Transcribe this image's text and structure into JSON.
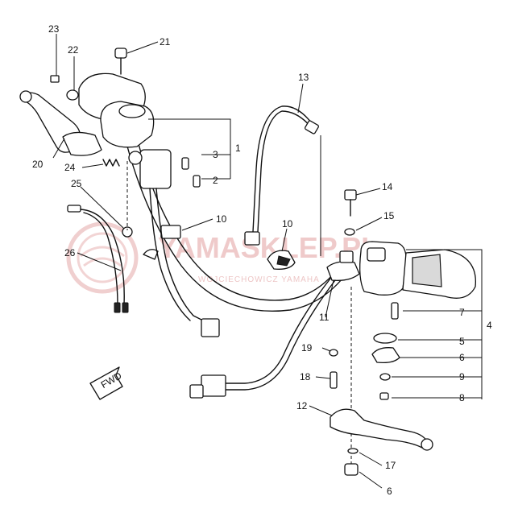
{
  "watermark": {
    "main": "YAMASKLEP.PL",
    "sub": "WOJCIECHOWICZ  YAMAHA",
    "color": "#e2a0a0"
  },
  "arrow_label": "FWD",
  "callouts": {
    "c1": "1",
    "c2": "2",
    "c3": "3",
    "c4": "4",
    "c5": "5",
    "c6": "6",
    "c6b": "6",
    "c7": "7",
    "c8": "8",
    "c9": "9",
    "c10": "10",
    "c10b": "10",
    "c11": "11",
    "c12": "12",
    "c13": "13",
    "c14": "14",
    "c15": "15",
    "c17": "17",
    "c18": "18",
    "c19": "19",
    "c20": "20",
    "c21": "21",
    "c22": "22",
    "c23": "23",
    "c24": "24",
    "c25": "25",
    "c26": "26"
  }
}
